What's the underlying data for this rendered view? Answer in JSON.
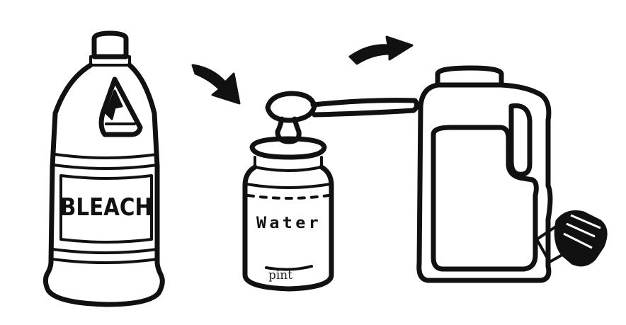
{
  "illustration": {
    "bleach_label": "BLEACH",
    "water_label": "Water",
    "pint_label": "pint"
  },
  "colors": {
    "ink": "#111111",
    "paper": "#ffffff"
  }
}
